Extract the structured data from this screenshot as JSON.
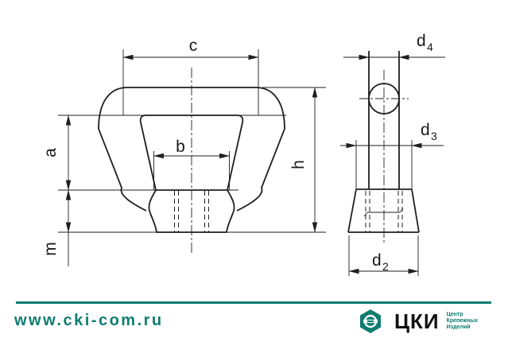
{
  "drawing": {
    "description": "Two-view technical drawing of a bow-type wing nut",
    "line_color": "#1f1f1f",
    "front_view": {
      "dimension_labels": {
        "c": "c",
        "a": "a",
        "b": "b",
        "h": "h",
        "m": "m"
      }
    },
    "side_view": {
      "dimension_labels": {
        "d4": {
          "base": "d",
          "sub": "4"
        },
        "d3": {
          "base": "d",
          "sub": "3"
        },
        "d2": {
          "base": "d",
          "sub": "2"
        }
      }
    }
  },
  "footer": {
    "website": "www.cki-com.ru",
    "accent_color": "#0e7c6f",
    "logo": {
      "abbr": "ЦКИ",
      "tagline_lines": [
        "Центр",
        "Крепежных",
        "Изделий"
      ]
    }
  }
}
